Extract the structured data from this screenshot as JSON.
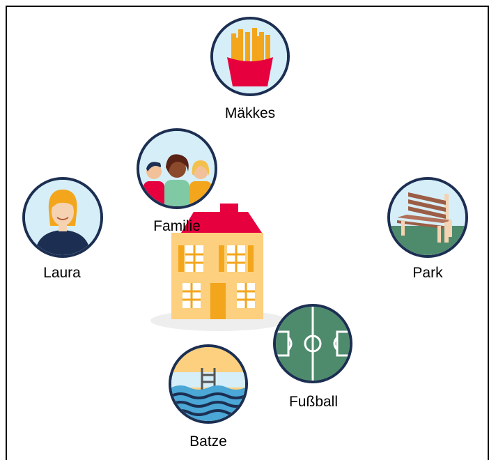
{
  "nodes": {
    "maekkes": {
      "label": "Mäkkes",
      "icon": "fries-icon"
    },
    "familie": {
      "label": "Familie",
      "icon": "family-icon"
    },
    "laura": {
      "label": "Laura",
      "icon": "person-icon"
    },
    "park": {
      "label": "Park",
      "icon": "park-bench-icon"
    },
    "fussball": {
      "label": "Fußball",
      "icon": "football-field-icon"
    },
    "batze": {
      "label": "Batze",
      "icon": "swimming-pool-icon"
    }
  },
  "center": {
    "icon": "house-icon"
  },
  "colors": {
    "border": "#1c2f52",
    "circle_bg": "#d6eef8",
    "house_wall": "#fcd07e",
    "house_roof": "#e6003e",
    "house_accent": "#f3a61c",
    "field_green": "#4e8a6c"
  }
}
